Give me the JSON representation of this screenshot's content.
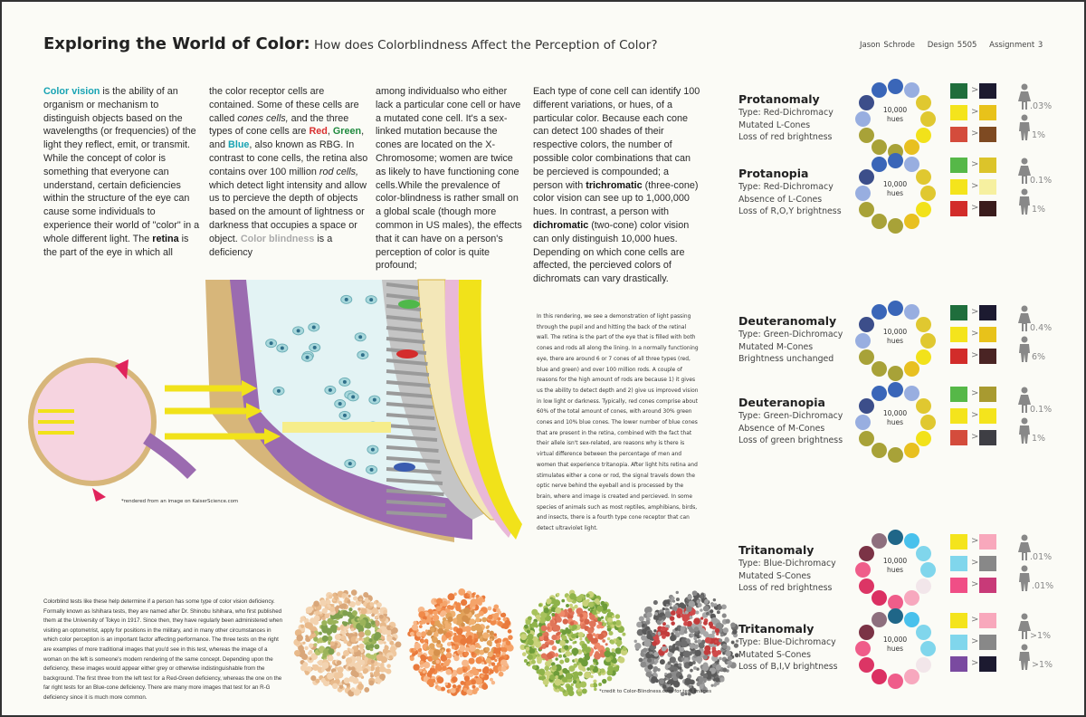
{
  "header": {
    "title_bold": "Exploring the World of Color:",
    "title_rest": " How does Colorblindness Affect the Perception of Color?",
    "author": "Jason Schrode",
    "course": "Design 5505",
    "assignment": "Assignment 3"
  },
  "intro_columns": [
    [
      {
        "t": "Color vision",
        "s": "teal"
      },
      {
        "t": " is the ability of an organism or mechanism to distinguish objects based on the wavelengths (or frequencies) of the light they reflect, emit, or transmit. While the concept of color is something that everyone can understand, certain deficiencies within the structure of the eye can cause some individuals to experience their world of \"color\" in a whole different light. The "
      },
      {
        "t": "retina",
        "s": "b"
      },
      {
        "t": " is the part of the eye in which all"
      }
    ],
    [
      {
        "t": "the color receptor cells are contained. Some of these cells are called "
      },
      {
        "t": "cones cells,",
        "s": "i"
      },
      {
        "t": " and the three types of cone cells are "
      },
      {
        "t": "Red",
        "s": "red"
      },
      {
        "t": ", "
      },
      {
        "t": "Green",
        "s": "green"
      },
      {
        "t": ", and "
      },
      {
        "t": "Blue",
        "s": "teal"
      },
      {
        "t": ", also known as RBG. In contrast to cone cells, the retina also contains over 100 million "
      },
      {
        "t": "rod cells,",
        "s": "i"
      },
      {
        "t": " which detect light intensity and allow us to percieve the depth of objects based on the amount of lightness or darkness that occupies a space or object. "
      },
      {
        "t": "Color blindness",
        "s": "grey"
      },
      {
        "t": " is a deficiency"
      }
    ],
    [
      {
        "t": "among individualso who either lack a particular cone cell or have a mutated cone cell. It's a sex-linked mutation because the cones are located on the X-Chromosome; women are twice as likely to have functioning cone cells.While the prevalence of color-blindness is rather small on a global scale (though more common in US males), the effects that it can have on a person's perception of color is quite profound;"
      }
    ],
    [
      {
        "t": "Each type of cone cell can identify 100 different variations, or hues, of a particular color. Because each cone can detect 100 shades of their respective colors, the number of possible color combinations that can be percieved is compounded; a person with "
      },
      {
        "t": "trichromatic",
        "s": "b"
      },
      {
        "t": " (three-cone) color vision can see up to 1,000,000 hues. In contrast, a person with "
      },
      {
        "t": "dichromatic",
        "s": "b"
      },
      {
        "t": " (two-cone) color vision can only distinguish 10,000 hues. Depending on which cone cells are affected, the percieved colors of dichromats can vary drastically."
      }
    ]
  ],
  "retina_text": "In this rendering, we see a demonstration of light passing through the pupil and and hitting the back of the retinal wall. The retina is the part of the eye that is filled with both cones and rods all along the lining. In a normally functioning eye, there are around 6 or 7 cones of all three types (red, blue and green) and over 100 million rods. A couple of reasons for the high amount of rods are because 1) it gives us the ability to detect depth and 2) give us improved vision in low light or darkness. Typically, red cones comprise about 60% of the total amount of cones, with around 30% green cones and 10% blue cones. The lower number of blue cones that are present in the retina, combined with the fact that their allele isn't sex-related, are reasons why is there is virtual difference between the percentage of men and women that experience tritanopia. After light hits retina and stimulates either a cone or rod, the signal travels down the optic nerve behind the eyeball and is processed by the brain, where and image is created and percieved. In some species of animals such as most reptiles, amphibians, birds, and insects, there is a fourth type cone receptor that can detect ultraviolet light.",
  "illustration_caption": "*rendered from an image on KaiserScience.com",
  "ishihara_text": "Colorblind tests like these help determine if a person has some type of color vision deficiency. Formally known as Ishihara tests, they are named after Dr. Shinobu Ishihara, who first published them at the University of Tokyo in 1917. Since then, they have regularly been administered when visiting an optometrist, apply for positions in the military, and in many other circumstances in which color perception is an important factor affecting performance. The three tests on the right are examples of more traditional images that you'd see in this test, whereas the image of a woman on the left is someone's modern rendering of the same concept. Depending upon the deficiency, these images would appear either grey or otherwise indistinguishable from the background. The first three from the left test for a Red-Green deficiency, whereas the one on the far right tests for an Blue-cone deficiency. There are many more images that test for an R-G deficiency since it is much more common.",
  "ishihara_credit": "*credit to Color-Blindness.com for test images",
  "ishihara_plates": [
    {
      "bg": [
        "#e8b98a",
        "#f0c9a0",
        "#d9a77a",
        "#f3d3b0"
      ],
      "fg": [
        "#9bb35a",
        "#b7c46c",
        "#7fa04e"
      ]
    },
    {
      "bg": [
        "#f08a4a",
        "#f5a46a",
        "#e97a3c",
        "#f7b88a"
      ],
      "fg": [
        "#e2a35c",
        "#d6914c",
        "#f0b070"
      ]
    },
    {
      "bg": [
        "#8fb34a",
        "#a8c25c",
        "#6e9c3a",
        "#c9d27a"
      ],
      "fg": [
        "#e0765a",
        "#d8664a",
        "#f08a6a"
      ]
    },
    {
      "bg": [
        "#8a8a8a",
        "#6e6e6e",
        "#a0a0a0",
        "#5a5a5a"
      ],
      "fg": [
        "#d04a4a",
        "#c23c3c",
        "#a8a8a8"
      ]
    }
  ],
  "hues_label": "10,000 hues",
  "conditions": [
    {
      "name": "Protanomaly",
      "lines": [
        "Type: Red-Dichromacy",
        "Mutated L-Cones",
        "Loss of red brightness"
      ],
      "wheel": [
        "#3a66b8",
        "#98aee0",
        "#e0c830",
        "#e0c830",
        "#f2e21a",
        "#e8c020",
        "#a8a238",
        "#a8a238",
        "#a8a238",
        "#98aee0",
        "#3c4e8a",
        "#3a66b8"
      ],
      "swatches": [
        [
          "#1f6e3c",
          "#1c1a30"
        ],
        [
          "#f4e41c",
          "#e8c21a"
        ],
        [
          "#d44c3c",
          "#7e4a22"
        ]
      ],
      "female": ".03%",
      "male": "1%"
    },
    {
      "name": "Protanopia",
      "lines": [
        "Type: Red-Dichromacy",
        "Absence of L-Cones",
        "Loss of R,O,Y brightness"
      ],
      "wheel": [
        "#3a66b8",
        "#98aee0",
        "#e0c830",
        "#e0c830",
        "#f2e21a",
        "#e8c020",
        "#a8a238",
        "#a8a238",
        "#a8a238",
        "#98aee0",
        "#3c4e8a",
        "#3a66b8"
      ],
      "swatches": [
        [
          "#56b848",
          "#dcc42a"
        ],
        [
          "#f4e41c",
          "#f6f0a0"
        ],
        [
          "#d22c2a",
          "#3a1c1c"
        ]
      ],
      "female": "0.1%",
      "male": "1%"
    },
    {
      "name": "Deuteranomaly",
      "lines": [
        "Type: Green-Dichromacy",
        "Mutated M-Cones",
        "Brightness unchanged"
      ],
      "wheel": [
        "#3a66b8",
        "#98aee0",
        "#e0c830",
        "#e0c830",
        "#f2e21a",
        "#e8c020",
        "#a8a238",
        "#a8a238",
        "#a8a238",
        "#98aee0",
        "#3c4e8a",
        "#3a66b8"
      ],
      "swatches": [
        [
          "#1f6e3c",
          "#1c1a30"
        ],
        [
          "#f4e41c",
          "#e8c21a"
        ],
        [
          "#d22c2a",
          "#4a2424"
        ]
      ],
      "female": "0.4%",
      "male": "6%"
    },
    {
      "name": "Deuteranopia",
      "lines": [
        "Type: Green-Dichromacy",
        "Absence of M-Cones",
        "Loss of green brightness"
      ],
      "wheel": [
        "#3a66b8",
        "#98aee0",
        "#e0c830",
        "#e0c830",
        "#f2e21a",
        "#e8c020",
        "#a8a238",
        "#a8a238",
        "#a8a238",
        "#98aee0",
        "#3c4e8a",
        "#3a66b8"
      ],
      "swatches": [
        [
          "#56b848",
          "#a89a30"
        ],
        [
          "#f4e41c",
          "#f4e41c"
        ],
        [
          "#d44c3c",
          "#3e3e44"
        ]
      ],
      "female": "0.1%",
      "male": "1%"
    },
    {
      "name": "Tritanomaly",
      "lines": [
        "Type: Blue-Dichromacy",
        "Mutated S-Cones",
        "Loss of red brightness"
      ],
      "wheel": [
        "#1f6688",
        "#49c1ec",
        "#80d6ec",
        "#80d6ec",
        "#f2e6ea",
        "#f7a8be",
        "#ef5d8a",
        "#db2f62",
        "#dc3565",
        "#ef5d8a",
        "#7b3346",
        "#8e6f7e"
      ],
      "swatches": [
        [
          "#f4e41c",
          "#f8a8bc"
        ],
        [
          "#80d6ec",
          "#888888"
        ],
        [
          "#f04e86",
          "#c83a78"
        ]
      ],
      "female": ".01%",
      "male": ".01%"
    },
    {
      "name": "Tritanomaly",
      "lines": [
        "Type: Blue-Dichromacy",
        "Mutated S-Cones",
        "Loss of B,I,V brightness"
      ],
      "wheel": [
        "#1f6688",
        "#49c1ec",
        "#80d6ec",
        "#80d6ec",
        "#f2e6ea",
        "#f7a8be",
        "#ef5d8a",
        "#db2f62",
        "#dc3565",
        "#ef5d8a",
        "#7b3346",
        "#8e6f7e"
      ],
      "swatches": [
        [
          "#f4e41c",
          "#f8a8bc"
        ],
        [
          "#80d6ec",
          "#888888"
        ],
        [
          "#7a4aa0",
          "#1c1a30"
        ]
      ],
      "female": ">1%",
      "male": ">1%"
    }
  ],
  "arrow_glyph": ">"
}
